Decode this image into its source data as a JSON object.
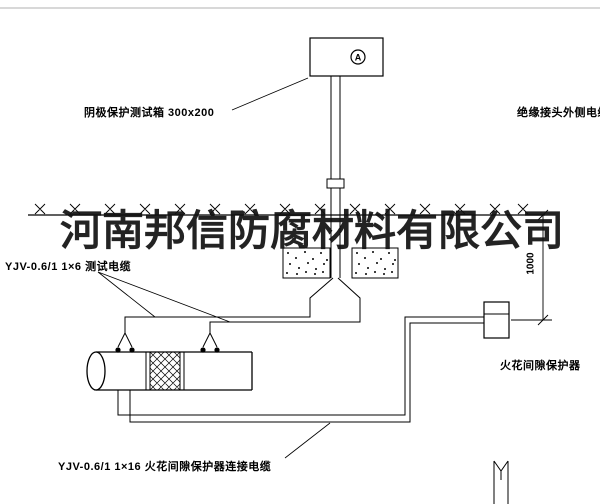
{
  "watermark": "河南邦信防腐材料有限公司",
  "labels": {
    "test_box": "阴极保护测试箱 300x200",
    "outer_cable": "绝缘接头外侧电缆",
    "test_cable": "YJV-0.6/1  1×6   测试电缆",
    "spark_gap": "火花间隙保护器",
    "connect_cable": "YJV-0.6/1  1×16   火花间隙保护器连接电缆",
    "ammeter": "A"
  },
  "dimension": {
    "ground_to_protector": "1000"
  },
  "colors": {
    "line": "#000000",
    "background": "#ffffff",
    "frame": "#b0b0b0"
  }
}
